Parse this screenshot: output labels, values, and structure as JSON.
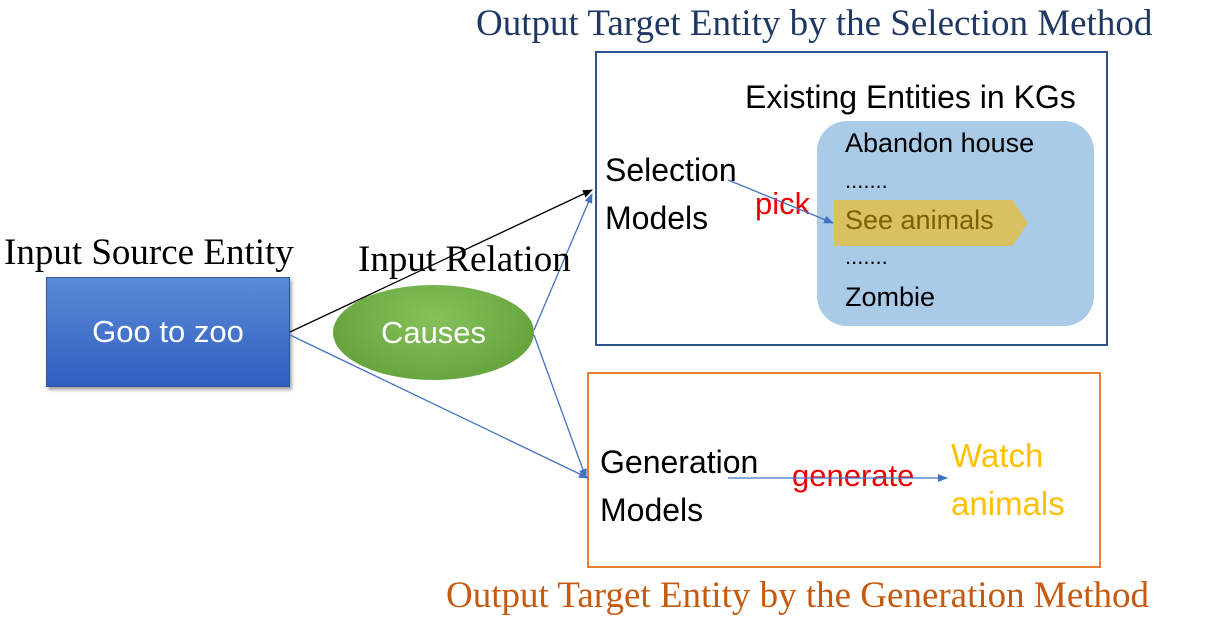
{
  "titles": {
    "selection": "Output Target Entity by the Selection Method",
    "generation": "Output Target Entity by the Generation Method"
  },
  "input": {
    "source_label": "Input Source Entity",
    "source_entity": "Goo to zoo",
    "relation_label": "Input Relation",
    "relation": "Causes"
  },
  "selection": {
    "models_label": "Selection Models",
    "action": "pick",
    "kg_label": "Existing Entities in KGs",
    "kg_items": [
      "Abandon house",
      ".......",
      "See animals",
      ".......",
      "Zombie"
    ]
  },
  "generation": {
    "models_label": "Generation Models",
    "action": "generate",
    "output": "Watch animals"
  },
  "colors": {
    "selection_title": "#1f3864",
    "generation_title": "#c55a11",
    "action": "#ee0000",
    "output": "#ffc000",
    "kg_panel": "#a9cbe8",
    "selected_tag": "#d9c060"
  }
}
